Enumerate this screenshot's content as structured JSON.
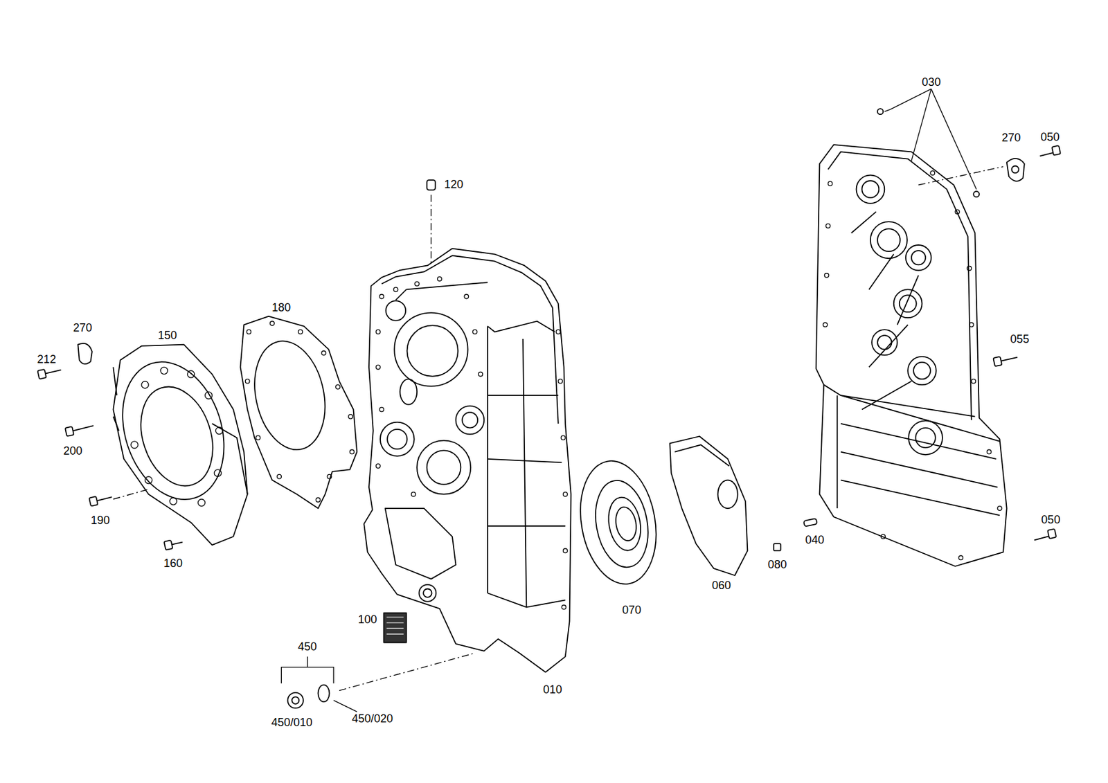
{
  "diagram": {
    "labels": [
      "030",
      "270",
      "050",
      "120",
      "180",
      "270",
      "150",
      "212",
      "055",
      "200",
      "190",
      "160",
      "070",
      "060",
      "080",
      "040",
      "050",
      "100",
      "450",
      "010",
      "450/010",
      "450/020"
    ]
  }
}
